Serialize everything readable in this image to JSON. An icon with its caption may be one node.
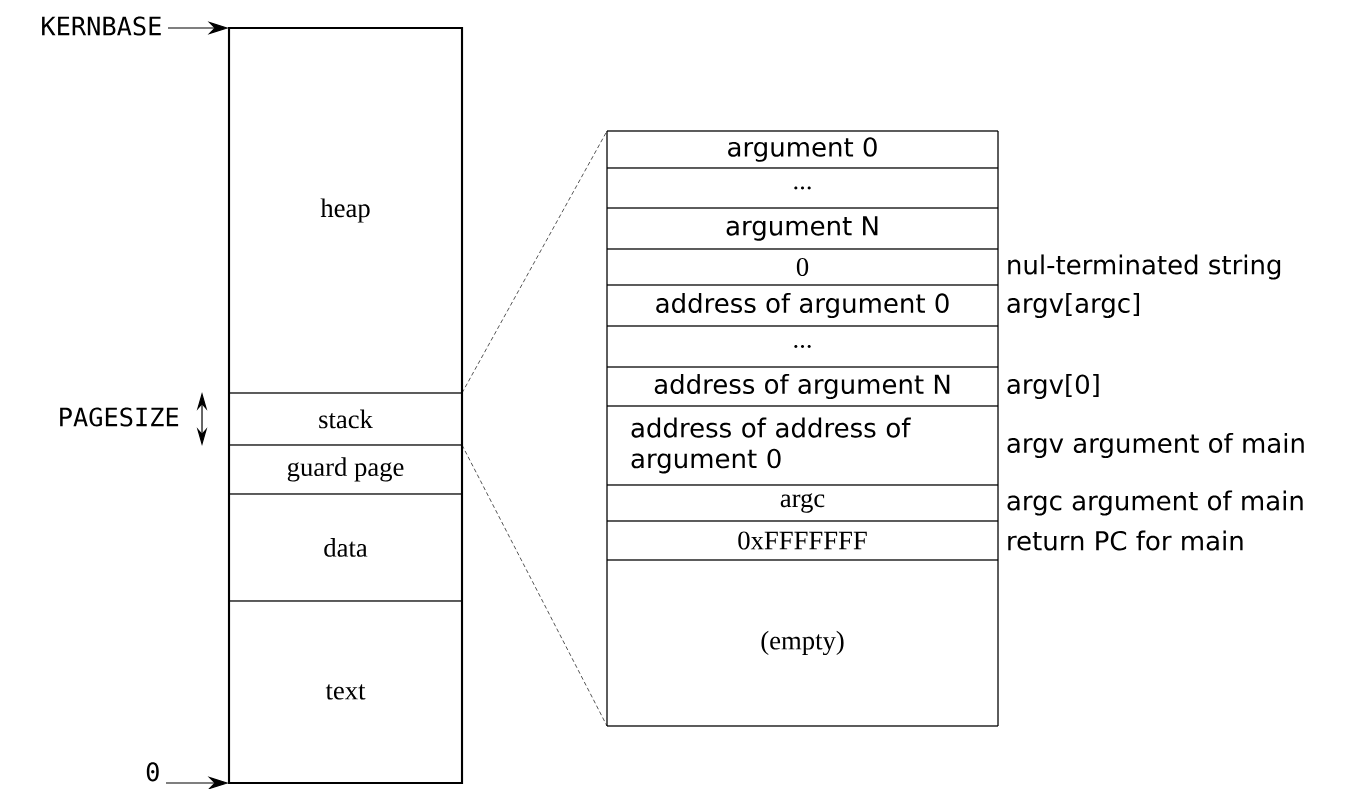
{
  "diagram": {
    "nodes": [
      {
        "text": [
          "KERNBASE"
        ]
      },
      {
        "text": [
          "heap"
        ]
      },
      {
        "text": [
          "stack"
        ]
      },
      {
        "text": [
          "guard page"
        ]
      },
      {
        "text": [
          "data"
        ]
      },
      {
        "text": [
          "text"
        ]
      },
      {
        "text": [
          "0"
        ]
      },
      {
        "text": [],
        "shape": "box"
      },
      {
        "text": [
          "argument 0"
        ],
        "in": 7
      },
      {
        "text": [
          "..."
        ],
        "in": 7
      },
      {
        "text": [
          "argument N"
        ],
        "in": 7
      },
      {
        "text": [
          "0"
        ],
        "in": 7,
        "beside": [
          "nul-terminated string"
        ]
      },
      {
        "text": [
          "address of argument 0"
        ],
        "in": 7,
        "beside": [
          "argv[argc]"
        ]
      },
      {
        "text": [
          "..."
        ],
        "in": 7
      },
      {
        "text": [
          "address of argument N"
        ],
        "in": 7,
        "beside": [
          "argv[0]"
        ]
      },
      {
        "text": [
          "address of address of argument 0"
        ],
        "in": 7,
        "beside": [
          "argv argument of main"
        ]
      },
      {
        "text": [
          "argc"
        ],
        "in": 7,
        "beside": [
          "argc argument of main"
        ]
      },
      {
        "text": [
          "0xFFFFFFF"
        ],
        "in": 7,
        "beside": [
          "return PC for main"
        ]
      },
      {
        "text": [
          "(empty)"
        ],
        "in": 7
      }
    ],
    "edges": [
      {
        "from": 0,
        "to": 1,
        "arrow": "to"
      },
      {
        "from": 6,
        "to": 5,
        "arrow": "to"
      },
      {
        "from": 2,
        "to": 7,
        "arrow": "none",
        "style": "dashed"
      },
      {
        "from": 2,
        "to": 7,
        "arrow": "none",
        "style": "dashed"
      }
    ],
    "labels": [
      "PAGESIZE"
    ]
  }
}
